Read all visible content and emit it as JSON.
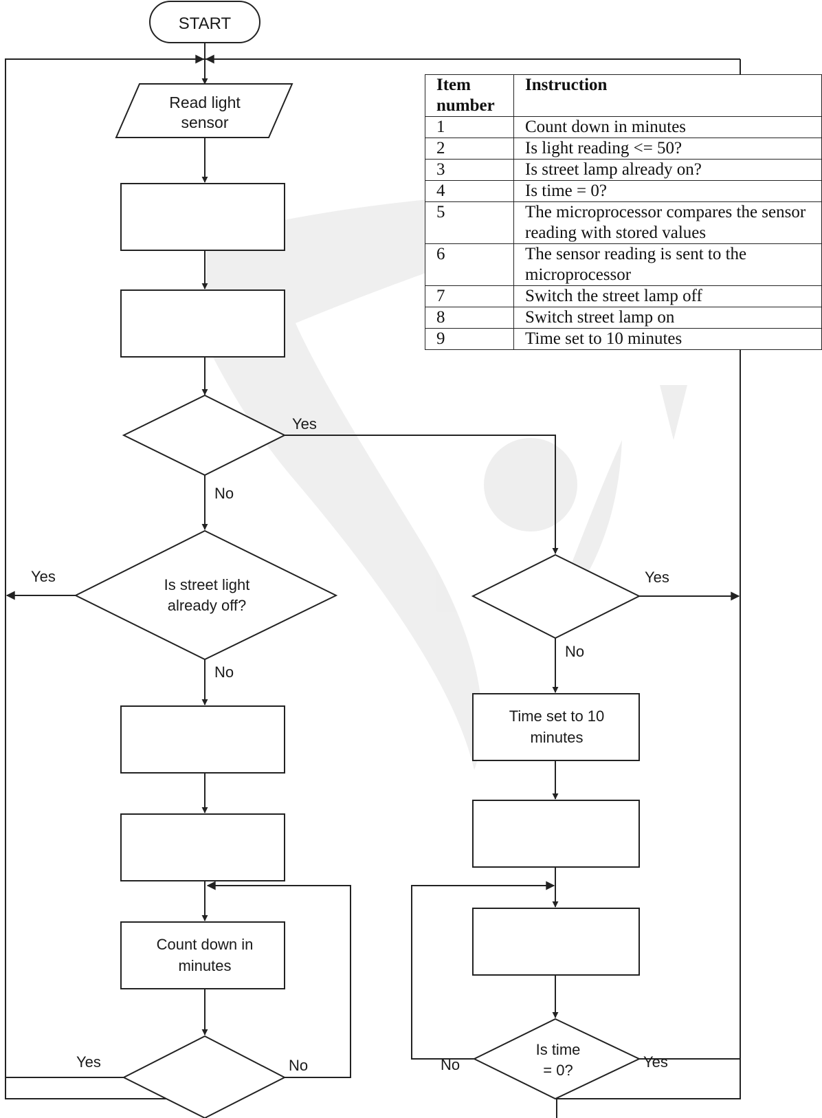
{
  "flowchart": {
    "start": "START",
    "read_sensor": [
      "Read light",
      "sensor"
    ],
    "street_light_off_question": [
      "Is street light",
      "already off?"
    ],
    "time_set_box": [
      "Time set to 10",
      "minutes"
    ],
    "count_down_box": [
      "Count down in",
      "minutes"
    ],
    "time_zero_question": [
      "Is time",
      "= 0?"
    ],
    "labels": {
      "yes": "Yes",
      "no": "No"
    }
  },
  "table": {
    "headers": [
      "Item number",
      "Instruction"
    ],
    "rows": [
      {
        "number": "1",
        "instruction": "Count down in minutes"
      },
      {
        "number": "2",
        "instruction": "Is light reading <= 50?"
      },
      {
        "number": "3",
        "instruction": "Is street lamp already on?"
      },
      {
        "number": "4",
        "instruction": "Is time = 0?"
      },
      {
        "number": "5",
        "instruction": "The microprocessor compares the sensor reading with stored values"
      },
      {
        "number": "6",
        "instruction": "The sensor reading is sent to the microprocessor"
      },
      {
        "number": "7",
        "instruction": "Switch the street lamp off"
      },
      {
        "number": "8",
        "instruction": "Switch street lamp on"
      },
      {
        "number": "9",
        "instruction": "Time set to 10 minutes"
      }
    ]
  }
}
